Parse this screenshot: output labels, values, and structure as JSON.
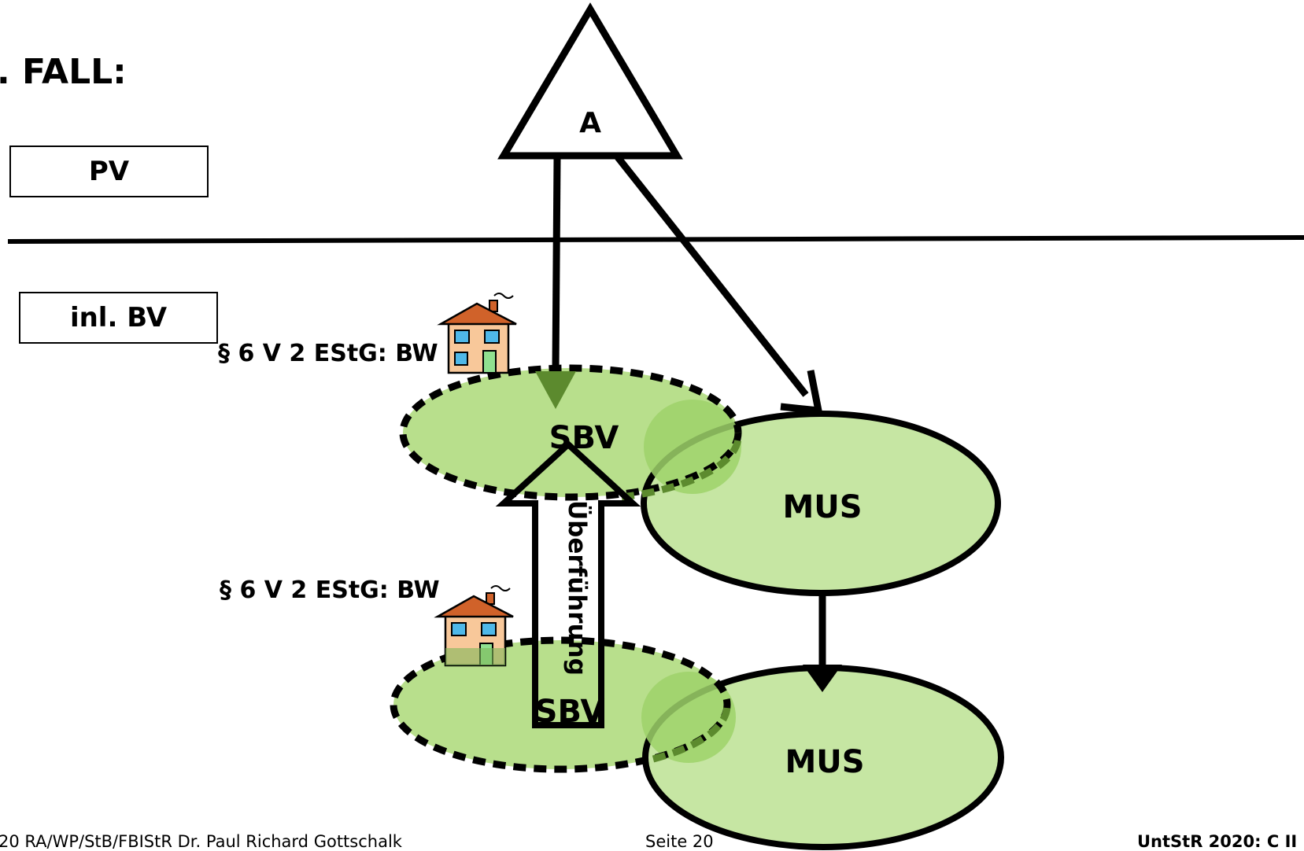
{
  "slide": {
    "heading": ". FALL:",
    "pv_label": "PV",
    "bv_label": "inl. BV",
    "rule_upper": "§ 6 V 2 EStG: BW",
    "rule_lower": "§ 6 V 2 EStG: BW"
  },
  "diagram": {
    "triangle_label": "A",
    "sbv_upper": "SBV",
    "sbv_lower": "SBV",
    "mus_upper": "MUS",
    "mus_lower": "MUS",
    "transfer_label": "Überführung",
    "colors": {
      "green_fill": "#b8df8c",
      "green_fill_light": "#c6e6a3",
      "green_overlap": "#9dd26a",
      "dash_green": "#5c8a2e",
      "house_wall": "#f8c89a",
      "house_roof": "#d0622a",
      "house_window": "#4fb8e8",
      "house_door": "#90e090"
    }
  },
  "footer": {
    "left": "20 RA/WP/StB/FBIStR Dr. Paul Richard Gottschalk",
    "center": "Seite 20",
    "right": "UntStR 2020: C II"
  }
}
